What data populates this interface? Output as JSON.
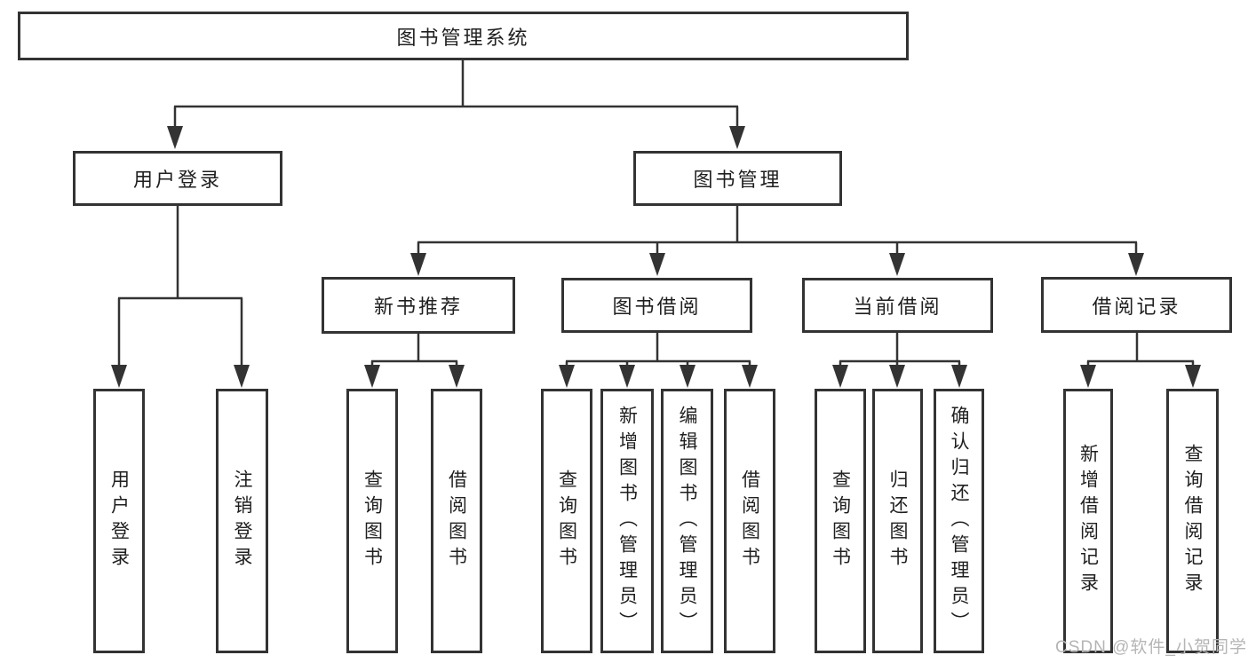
{
  "diagram": {
    "type": "hierarchy-tree",
    "root": {
      "label": "图书管理系统"
    },
    "branches": [
      {
        "label": "用户登录",
        "children": [
          {
            "label": "用户登录"
          },
          {
            "label": "注销登录"
          }
        ]
      },
      {
        "label": "图书管理",
        "children": [
          {
            "label": "新书推荐",
            "children": [
              {
                "label": "查询图书"
              },
              {
                "label": "借阅图书"
              }
            ]
          },
          {
            "label": "图书借阅",
            "children": [
              {
                "label": "查询图书"
              },
              {
                "label": "新增图书（管理员）"
              },
              {
                "label": "编辑图书（管理员）"
              },
              {
                "label": "借阅图书"
              }
            ]
          },
          {
            "label": "当前借阅",
            "children": [
              {
                "label": "查询图书"
              },
              {
                "label": "归还图书"
              },
              {
                "label": "确认归还（管理员）"
              }
            ]
          },
          {
            "label": "借阅记录",
            "children": [
              {
                "label": "新增借阅记录"
              },
              {
                "label": "查询借阅记录"
              }
            ]
          }
        ]
      }
    ],
    "colors": {
      "line": "#333333",
      "text": "#1f1f1f",
      "watermark": "#b5b5b5",
      "background": "#ffffff"
    },
    "watermark": {
      "text": "CSDN @软件_小贺同学"
    }
  }
}
